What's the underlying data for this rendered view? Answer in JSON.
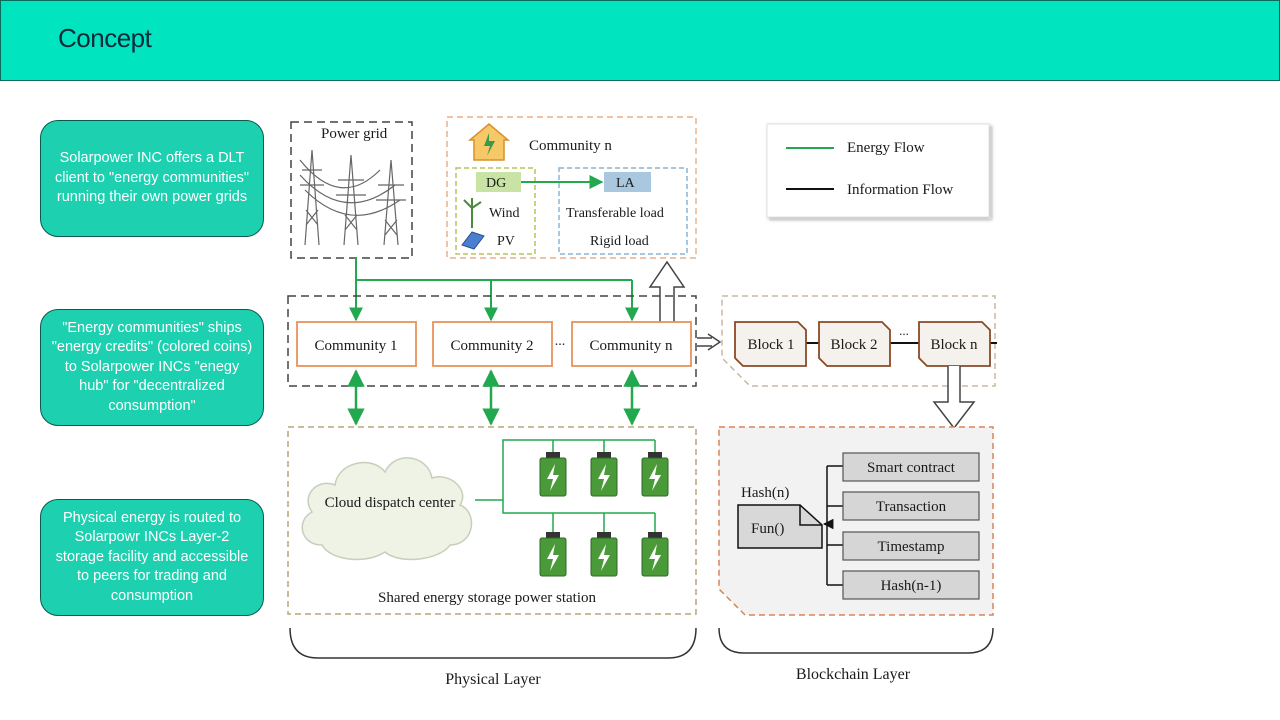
{
  "header": {
    "title": "Concept"
  },
  "notes": [
    "Solarpower INC offers a DLT client to \"energy communities\" running their own power grids",
    "\"Energy communities\" ships \"energy credits\" (colored coins) to Solarpower INCs \"enegy hub\" for \"decentralized consumption\"",
    "Physical energy is routed to Solarpowr INCs Layer-2 storage facility and accessible to peers for trading and consumption"
  ],
  "diagram": {
    "power_grid": "Power grid",
    "community_n_title": "Community n",
    "dg": "DG",
    "wind": "Wind",
    "pv": "PV",
    "la": "LA",
    "transferable_load": "Transferable load",
    "rigid_load": "Rigid load",
    "legend": {
      "energy_flow": "Energy Flow",
      "information_flow": "Information Flow"
    },
    "communities": [
      "Community 1",
      "Community 2",
      "Community n"
    ],
    "ellipsis": "...",
    "blocks": [
      "Block 1",
      "Block 2",
      "Block n"
    ],
    "cloud": "Cloud dispatch center",
    "storage_station": "Shared energy storage power station",
    "hash_n": "Hash(n)",
    "fun": "Fun()",
    "block_fields": [
      "Smart contract",
      "Transaction",
      "Timestamp",
      "Hash(n-1)"
    ],
    "physical_layer": "Physical Layer",
    "blockchain_layer": "Blockchain Layer"
  },
  "colors": {
    "accent": "#00e5c0",
    "note_bg": "#1dd0b0",
    "energy_flow": "#22a94f",
    "community_border": "#e8915a",
    "block_border": "#8a4a26",
    "battery": "#4a9a3a"
  }
}
